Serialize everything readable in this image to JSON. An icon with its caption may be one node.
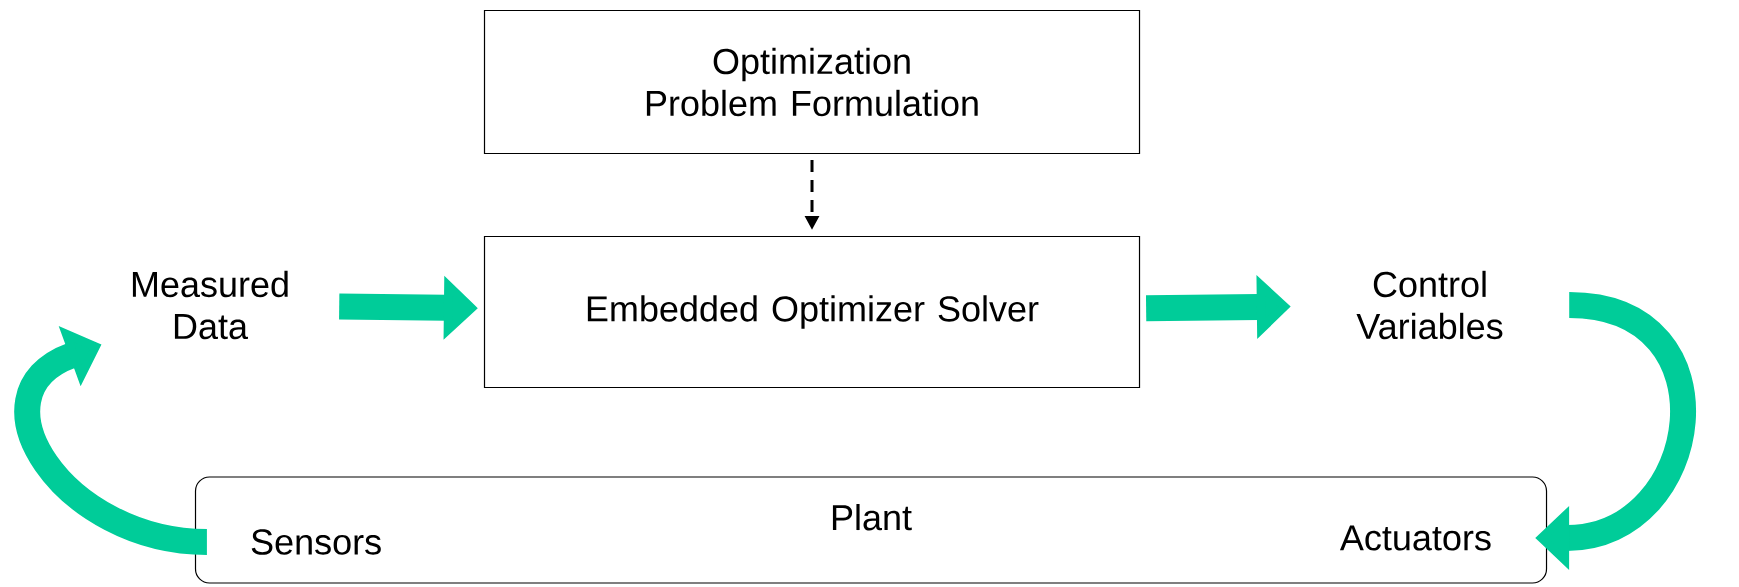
{
  "diagram": {
    "nodes": [
      {
        "text": [
          "Optimization Problem Formulation"
        ]
      },
      {
        "text": [
          "Embedded Optimizer Solver"
        ]
      },
      {
        "text": [
          "Measured Data"
        ]
      },
      {
        "text": [
          "Control Variables"
        ]
      },
      {
        "text": [
          "Plant"
        ]
      },
      {
        "text": [
          "Sensors"
        ],
        "in": 4
      },
      {
        "text": [
          "Actuators"
        ],
        "in": 4
      }
    ],
    "edges": [
      {
        "from": 0,
        "to": 1,
        "arrow": "to",
        "style": "dashed",
        "color": "#000000"
      },
      {
        "from": 2,
        "to": 1,
        "arrow": "to"
      },
      {
        "from": 1,
        "to": 3,
        "arrow": "to"
      },
      {
        "from": 3,
        "to": 6,
        "arrow": "to"
      },
      {
        "from": 5,
        "to": 2,
        "arrow": "to"
      }
    ]
  }
}
